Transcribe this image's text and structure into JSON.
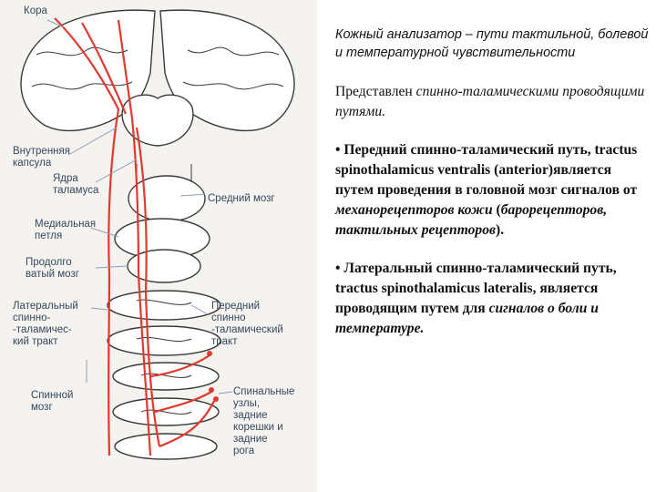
{
  "figure": {
    "labels": {
      "cortex": "Кора",
      "internal_capsule": "Внутренняя\nкапсула",
      "thalamic_nuclei": "Ядра\nталамуса",
      "midbrain": "Средний мозг",
      "medial_lemniscus": "Медиальная\nпетля",
      "medulla": "Продолго\nватый мозг",
      "lateral_tract": "Латеральный\nспинно-\n-таламичес-\nкий тракт",
      "anterior_tract": "Передний\nспинно\n-таламический\nтракт",
      "spinal_cord": "Спинной\nмозг",
      "spinal_ganglia": "Спинальные\nузлы,\nзадние\nкорешки и\nзадние\nрога"
    }
  },
  "text": {
    "title": "Кожный анализатор – пути тактильной, болевой и температурной чувствительности",
    "intro_a": "Представлен ",
    "intro_b": "спинно-таламическими проводящими путями.",
    "p1_a": "• Передний спинно-таламический путь, tractus spinothalamicus ventralis (anterior)является путем  проведения в  головной мозг сигналов от ",
    "p1_b": "механорецепторов кожи",
    "p1_c": " (",
    "p1_d": "барорецепторов, тактильных рецепторов",
    "p1_e": ").",
    "p2_a": "• Латеральный спинно-таламический путь, tractus spinothalamicus lateralis, является проводящим путем для ",
    "p2_b": "сигналов о боли и температуре."
  },
  "colors": {
    "pathway": "#e03a30",
    "outline": "#3a3a3a",
    "label": "#35485e"
  }
}
